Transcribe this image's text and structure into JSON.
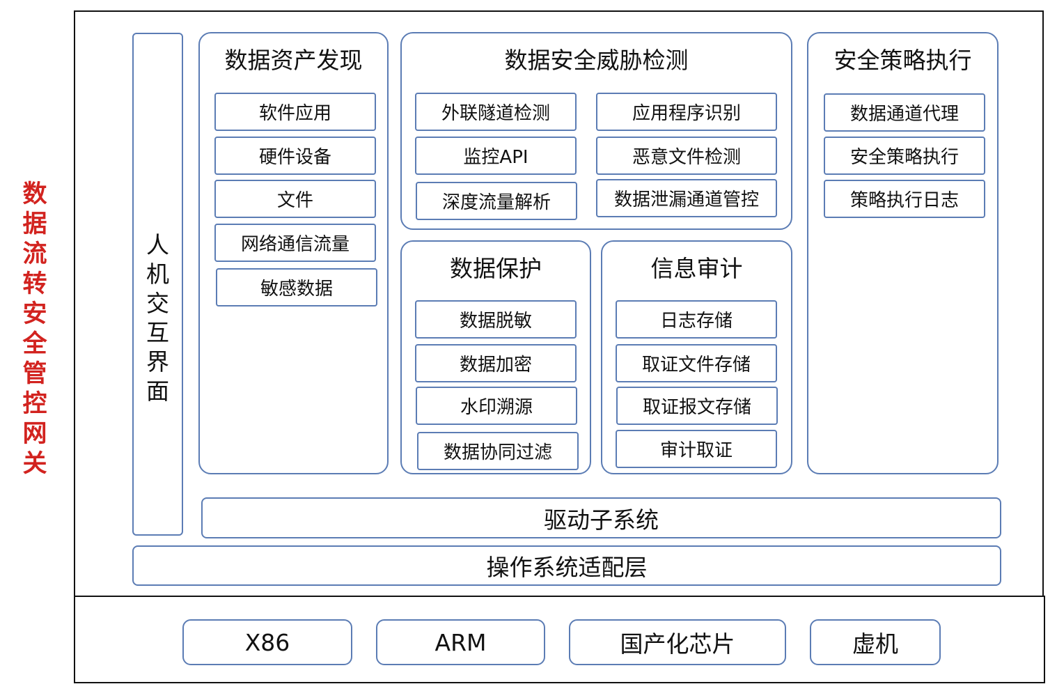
{
  "side_title": [
    "数",
    "据",
    "流",
    "转",
    "安",
    "全",
    "管",
    "控",
    "网",
    "关"
  ],
  "hmi": [
    "人",
    "机",
    "交",
    "互",
    "界",
    "面"
  ],
  "groups": {
    "asset": {
      "title": "数据资产发现",
      "items": [
        "软件应用",
        "硬件设备",
        "文件",
        "网络通信流量",
        "敏感数据"
      ]
    },
    "threat": {
      "title": "数据安全威胁检测",
      "left": [
        "外联隧道检测",
        "监控API",
        "深度流量解析"
      ],
      "right": [
        "应用程序识别",
        "恶意文件检测",
        "数据泄漏通道管控"
      ]
    },
    "protect": {
      "title": "数据保护",
      "items": [
        "数据脱敏",
        "数据加密",
        "水印溯源",
        "数据协同过滤"
      ]
    },
    "audit": {
      "title": "信息审计",
      "items": [
        "日志存储",
        "取证文件存储",
        "取证报文存储",
        "审计取证"
      ]
    },
    "policy": {
      "title": "安全策略执行",
      "items": [
        "数据通道代理",
        "安全策略执行",
        "策略执行日志"
      ]
    }
  },
  "driver": "驱动子系统",
  "os_layer": "操作系统适配层",
  "hardware": [
    "X86",
    "ARM",
    "国产化芯片",
    "虚机"
  ]
}
